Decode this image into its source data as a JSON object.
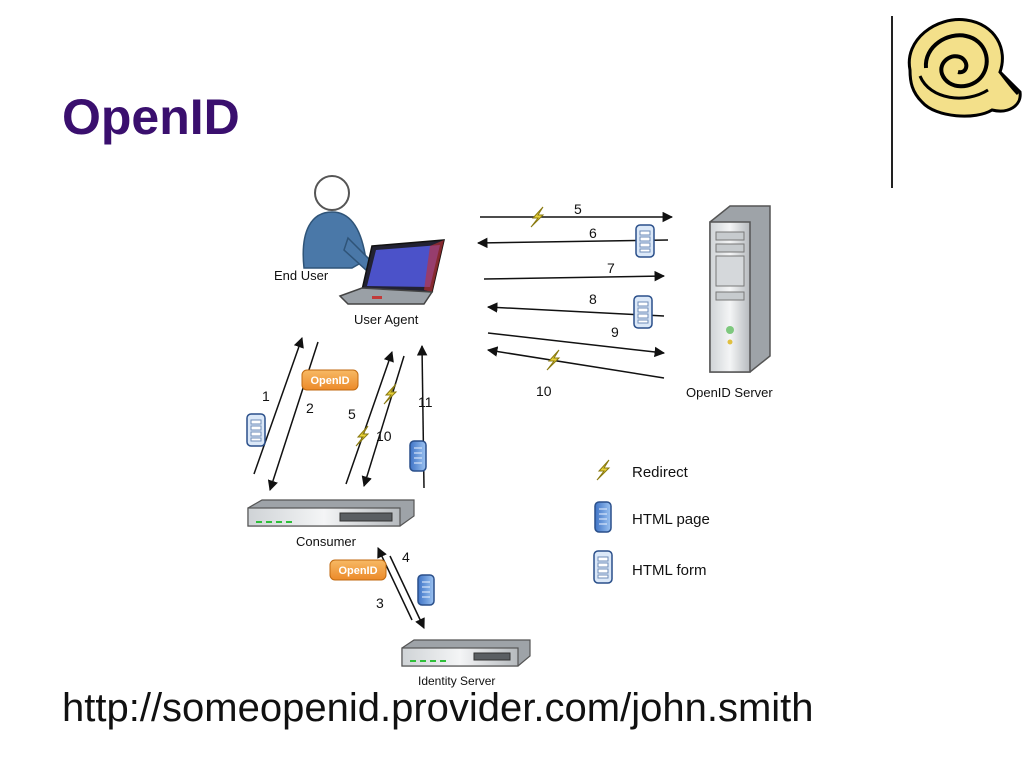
{
  "slide": {
    "title": "OpenID",
    "url": "http://someopenid.provider.com/john.smith"
  },
  "diagram": {
    "nodes": {
      "end_user": "End User",
      "user_agent": "User Agent",
      "openid_server": "OpenID Server",
      "consumer": "Consumer",
      "identity_server": "Identity Server"
    },
    "badges": {
      "openid_1": "OpenID",
      "openid_2": "OpenID"
    },
    "step_numbers": {
      "s5r": "5",
      "s6r": "6",
      "s7r": "7",
      "s8r": "8",
      "s9r": "9",
      "s10r": "10",
      "s1": "1",
      "s2": "2",
      "s5": "5",
      "s10": "10",
      "s11": "11",
      "s3": "3",
      "s4": "4"
    },
    "legend": {
      "redirect": "Redirect",
      "html_page": "HTML page",
      "html_form": "HTML form"
    }
  },
  "colors": {
    "title": "#3a0f6e",
    "badge": "#f29a3a",
    "lightning": "#e8d23a",
    "doc_blue": "#5b8fd6",
    "user_blue": "#4a78a8"
  },
  "icons": [
    "user-icon",
    "laptop-icon",
    "server-tower-icon",
    "consumer-server-icon",
    "identity-server-icon",
    "lightning-icon",
    "html-page-icon",
    "html-form-icon",
    "snail-logo-icon"
  ]
}
